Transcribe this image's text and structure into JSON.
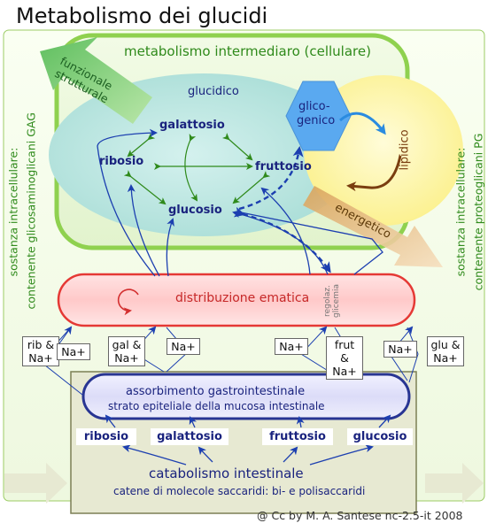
{
  "title": "Metabolismo dei glucidi",
  "intermediate": {
    "label": "metabolismo intermediaro (cellulare)",
    "glucidico": "glucidico",
    "glicogenico_1": "glico-",
    "glicogenico_2": "genico",
    "lipidico": "lipidico",
    "funzionale_1": "funzionale",
    "funzionale_2": "strutturale",
    "energetico": "energetico"
  },
  "sugars": {
    "galattosio": "galattosio",
    "ribosio": "ribosio",
    "fruttosio": "fruttosio",
    "glucosio": "glucosio"
  },
  "side": {
    "left_1": "sostanza intracellulare:",
    "left_2": "contenente glicosaminoglicani GAG",
    "right_1": "sostanza intracellulare:",
    "right_2": "contenente proteoglicani PG"
  },
  "blood": {
    "label": "distribuzione ematica",
    "regolaz_1": "regolaz.",
    "regolaz_2": "glicemia"
  },
  "transport": {
    "rib_na": [
      "rib &",
      "Na+"
    ],
    "na_1": "Na+",
    "gal_na": [
      "gal &",
      "Na+"
    ],
    "na_2": "Na+",
    "na_3": "Na+",
    "frut_na": [
      "frut &",
      "Na+"
    ],
    "na_4": "Na+",
    "glu_na": [
      "glu &",
      "Na+"
    ]
  },
  "absorption": {
    "line1": "assorbimento gastrointestinale",
    "line2": "strato epiteliale della mucosa intestinale"
  },
  "intestinal_sugars": [
    "ribosio",
    "galattosio",
    "fruttosio",
    "glucosio"
  ],
  "catabolism": {
    "title": "catabolismo intestinale",
    "subtitle": "catene di molecole saccaridi: bi- e polisaccaridi"
  },
  "credit": "@ Cc by M. A. Santese nc-2.5-it 2008",
  "colors": {
    "green": "#2f8a1b",
    "navy": "#1a237e",
    "blue": "#1c3fb0",
    "red": "#c62828",
    "olive_box": "#e8ead6",
    "hexagon": "#5aa9f0",
    "lipid_yellow": "#fff7b0"
  }
}
